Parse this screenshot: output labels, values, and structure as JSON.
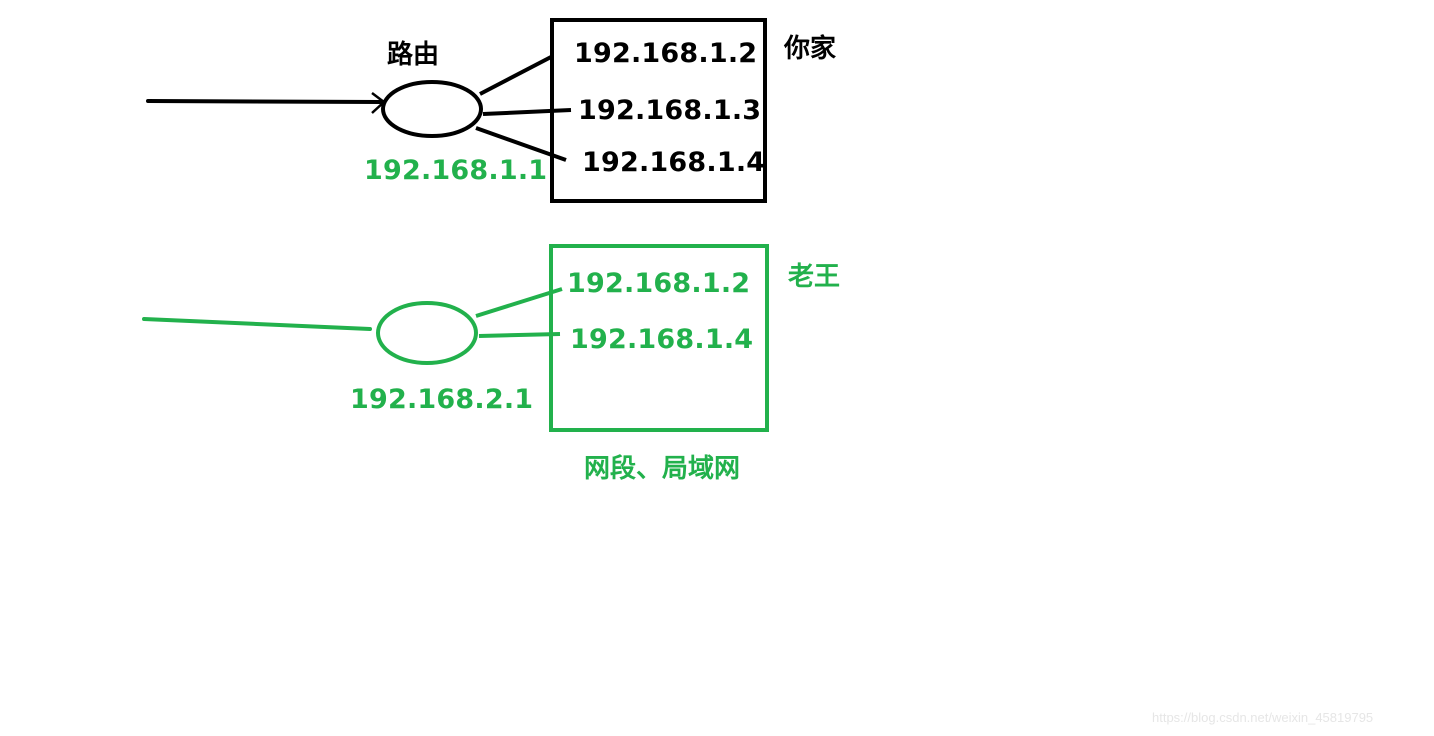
{
  "colors": {
    "black": "#000000",
    "green": "#22b14c",
    "watermark": "#e6e6e6"
  },
  "diagram": {
    "top_network": {
      "router_label": "路由",
      "router_ip": "192.168.1.1",
      "group_label": "你家",
      "hosts": [
        "192.168.1.2",
        "192.168.1.3",
        "192.168.1.4"
      ]
    },
    "bottom_network": {
      "router_ip": "192.168.2.1",
      "group_label": "老王",
      "hosts": [
        "192.168.1.2",
        "192.168.1.4"
      ],
      "caption": "网段、局域网"
    }
  },
  "watermark": "https://blog.csdn.net/weixin_45819795"
}
